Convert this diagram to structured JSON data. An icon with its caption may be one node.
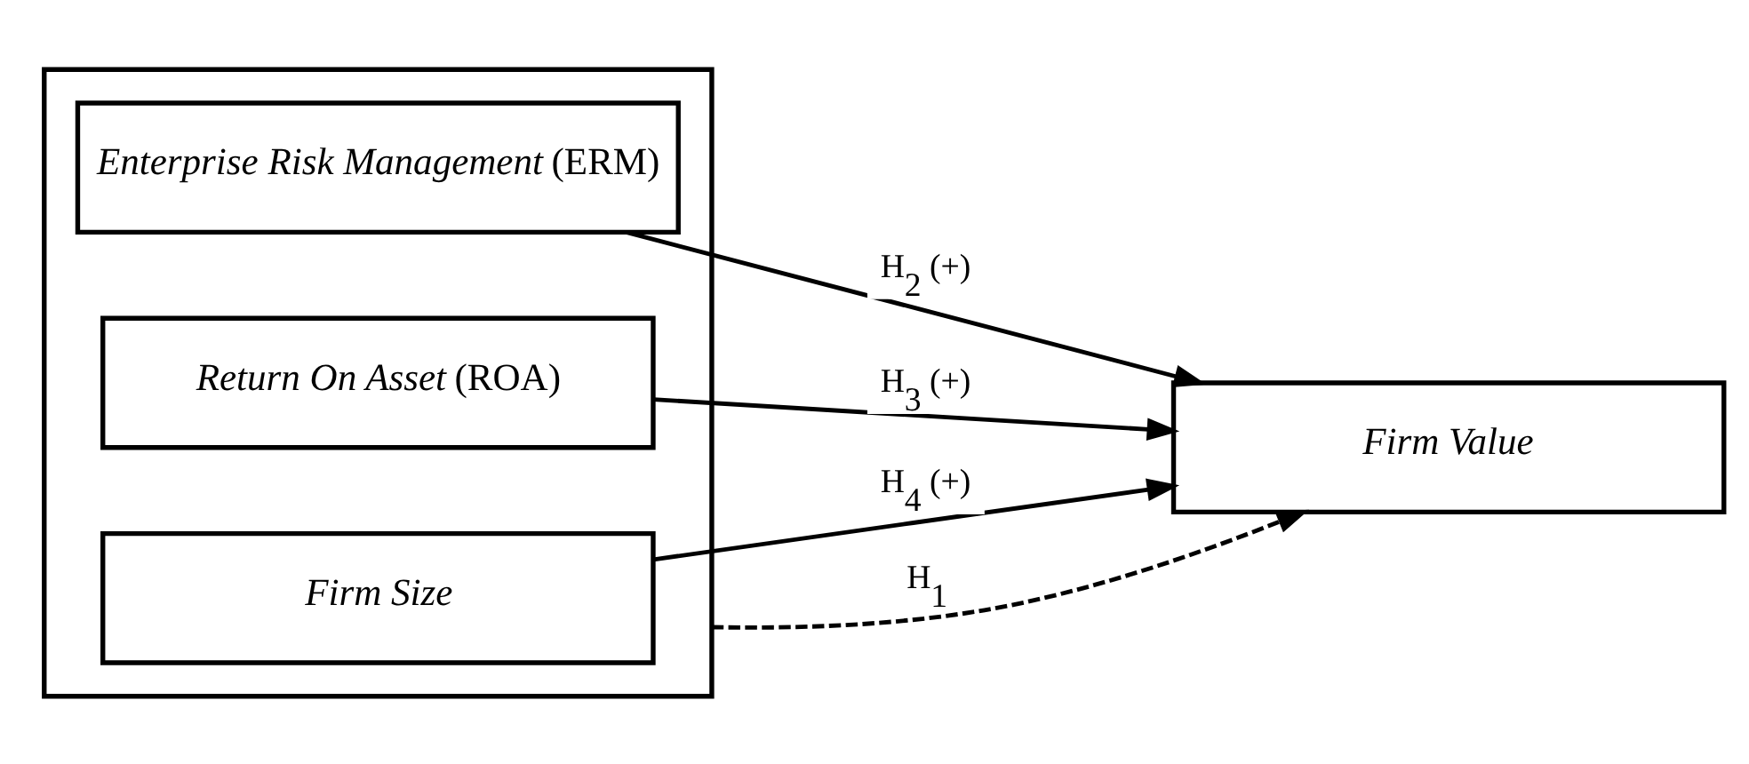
{
  "diagram": {
    "nodes": [
      {
        "text": [],
        "shape": "box"
      },
      {
        "text": [
          "*Enterprise Risk Management* (ERM)"
        ],
        "in": 0
      },
      {
        "text": [
          "*Return On Asset* (ROA)"
        ],
        "in": 0
      },
      {
        "text": [
          "Firm Size"
        ],
        "in": 0
      },
      {
        "text": [
          "Firm Value"
        ]
      }
    ],
    "edges": [
      {
        "from": 1,
        "to": 4,
        "arrow": "to",
        "label": "H$_{2}$ (+)"
      },
      {
        "from": 2,
        "to": 4,
        "arrow": "to",
        "label": "H$_{3}$ (+)"
      },
      {
        "from": 3,
        "to": 4,
        "arrow": "to",
        "label": "H$_{4}$ (+)"
      },
      {
        "from": 0,
        "to": 4,
        "arrow": "to",
        "label": "H$_{1}$",
        "style": "dashed"
      }
    ]
  }
}
